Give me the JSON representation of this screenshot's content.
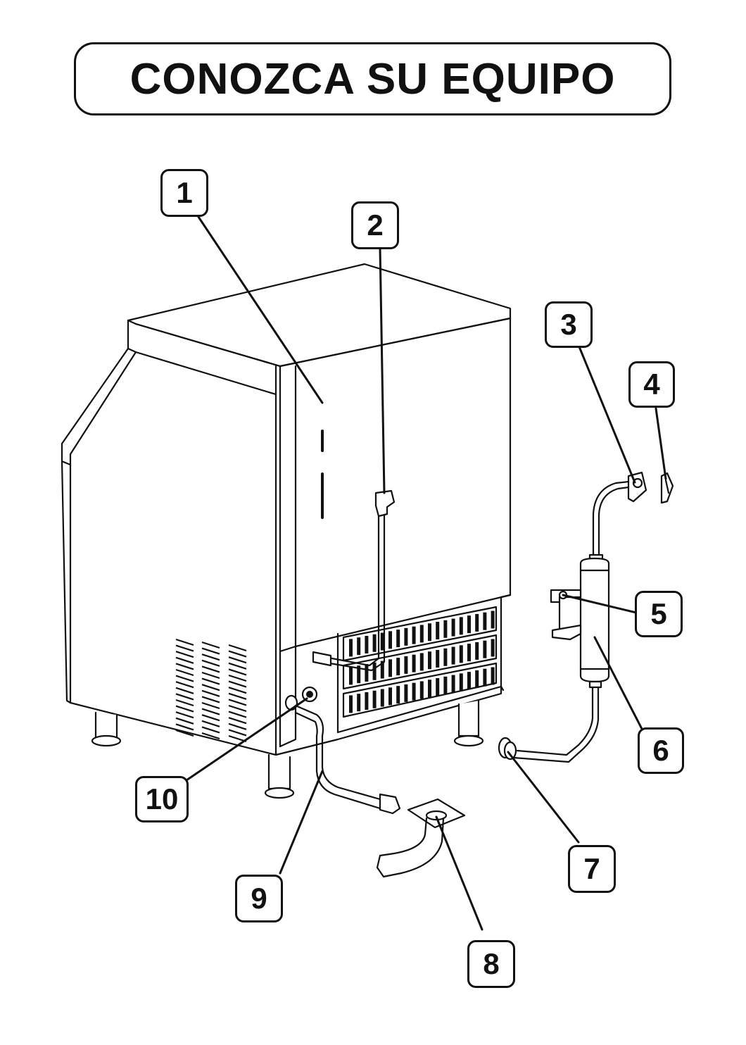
{
  "title": "CONOZCA SU EQUIPO",
  "callouts": {
    "c1": "1",
    "c2": "2",
    "c3": "3",
    "c4": "4",
    "c5": "5",
    "c6": "6",
    "c7": "7",
    "c8": "8",
    "c9": "9",
    "c10": "10"
  }
}
